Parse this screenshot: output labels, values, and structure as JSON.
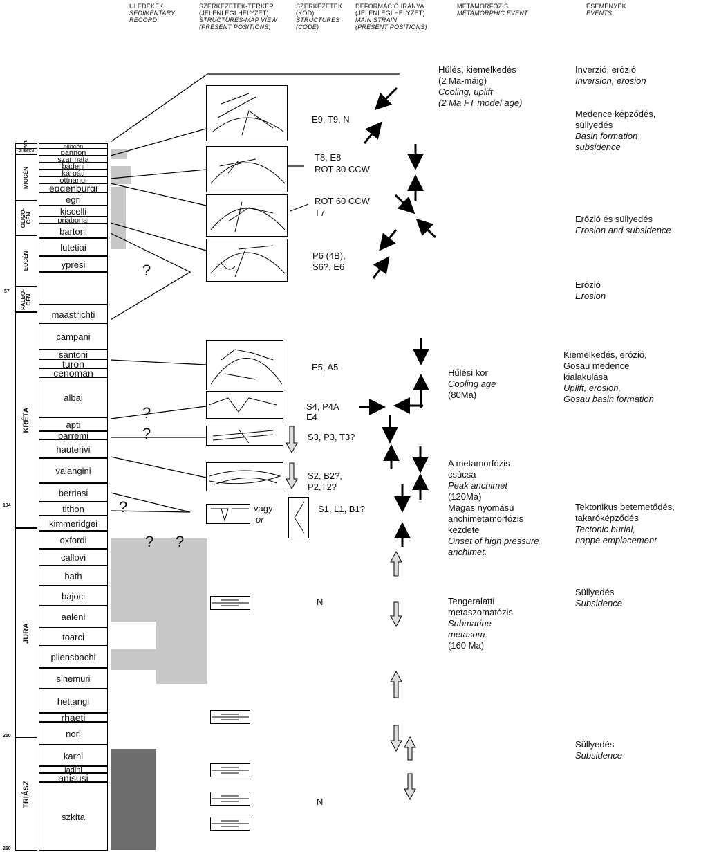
{
  "headers": {
    "sedimentary": {
      "hu": "ÜLEDÉKEK",
      "en": "SEDIMENTARY\nRECORD"
    },
    "map_view": {
      "hu": "SZERKEZETEK-TÉRKÉP\n(JELENLEGI HELYZET)",
      "en": "STRUCTURES-MAP VIEW\n(PRESENT POSITIONS)"
    },
    "structures": {
      "hu": "SZERKEZETEK\n(KÓD)",
      "en": "STRUCTURES\n(CODE)"
    },
    "deformation": {
      "hu": "DEFORMÁCIÓ IRÁNYA\n(JELENLEGI HELYZET)",
      "en": "MAIN STRAIN\n(PRESENT POSITIONS)"
    },
    "metamorphosis": {
      "hu": "METAMORFÓZIS",
      "en": "METAMORPHIC EVENT"
    },
    "events": {
      "hu": "ESEMÉNYEK",
      "en": "EVENTS"
    }
  },
  "ages": [
    "57",
    "134",
    "210",
    "250"
  ],
  "eras": [
    "KVART.",
    "PLIOCÉN",
    "MIOCÉN",
    "OLIGO-\nCÉN",
    "EOCÉN",
    "PALEO-\nCÉN",
    "KRÉTA",
    "JURA",
    "TRIÁSZ"
  ],
  "stages": [
    "pliocén",
    "pannon",
    "szarmata",
    "bádeni",
    "kárpáti",
    "ottnangi",
    "eggenburgi",
    "egri",
    "kiscelli",
    "priabonai",
    "bartoni",
    "lutetiai",
    "ypresi",
    "",
    "maastrichti",
    "campani",
    "santoni",
    "turon",
    "cenoman",
    "albai",
    "apti",
    "barremi",
    "hauterivi",
    "valangini",
    "berriasi",
    "tithon",
    "kimmeridgei",
    "oxfordi",
    "callovi",
    "bath",
    "bajoci",
    "aaleni",
    "toarci",
    "pliensbachi",
    "sinemuri",
    "hettangi",
    "rhaeti",
    "nori",
    "karni",
    "ladini",
    "anisusi",
    "szkíta"
  ],
  "question_mark": "?",
  "structure_codes": [
    "E9, T9, N",
    "T8, E8",
    "ROT 30 CCW",
    "ROT 60 CCW",
    "T7",
    "P6 (4B),",
    "S6?, E6",
    "E5, A5",
    "S4, P4A",
    "E4",
    "S3, P3, T3?",
    "S2, B2?,",
    "P2,T2?",
    "S1, L1, B1?",
    "N",
    "N"
  ],
  "alt": {
    "hu": "vagy",
    "en": "or"
  },
  "metamorphic": [
    {
      "hu": [
        "Hűlés, kiemelkedés",
        "(2 Ma-máig)"
      ],
      "en": [
        "Cooling, uplift",
        "(2 Ma FT model age)"
      ]
    },
    {
      "hu": [
        "Hűlési kor"
      ],
      "en": [
        "Cooling age"
      ],
      "extra": "(80Ma)"
    },
    {
      "hu": [
        "A metamorfózis",
        "csúcsa"
      ],
      "en": [
        "Peak anchimet"
      ],
      "extra": "(120Ma)",
      "hu2": [
        "Magas nyomású",
        "anchimetamorfózis",
        "kezdete"
      ],
      "en2": [
        "Onset of high pressure",
        "anchimet."
      ]
    },
    {
      "hu": [
        "Tengeralatti",
        "metaszomatózis"
      ],
      "en": [
        "Submarine",
        "metasom."
      ],
      "extra": "(160 Ma)"
    }
  ],
  "events": [
    {
      "hu": [
        "Inverzió, erózió"
      ],
      "en": [
        "Inversion, erosion"
      ]
    },
    {
      "hu": [
        "Medence képződés,",
        "süllyedés"
      ],
      "en": [
        "Basin formation",
        "subsidence"
      ]
    },
    {
      "hu": [
        "Erózió és süllyedés"
      ],
      "en": [
        "Erosion and subsidence"
      ]
    },
    {
      "hu": [
        "Erózió"
      ],
      "en": [
        "Erosion"
      ]
    },
    {
      "hu": [
        "Kiemelkedés, erózió,",
        "Gosau medence",
        "kialakulása"
      ],
      "en": [
        "Uplift, erosion,",
        "Gosau basin formation"
      ]
    },
    {
      "hu": [
        "Tektonikus betemetődés,",
        "takaróképződés"
      ],
      "en": [
        "Tectonic burial,",
        "nappe emplacement"
      ]
    },
    {
      "hu": [
        "Süllyedés"
      ],
      "en": [
        "Subsidence"
      ]
    },
    {
      "hu": [
        "Süllyedés"
      ],
      "en": [
        "Subsidence"
      ]
    }
  ]
}
